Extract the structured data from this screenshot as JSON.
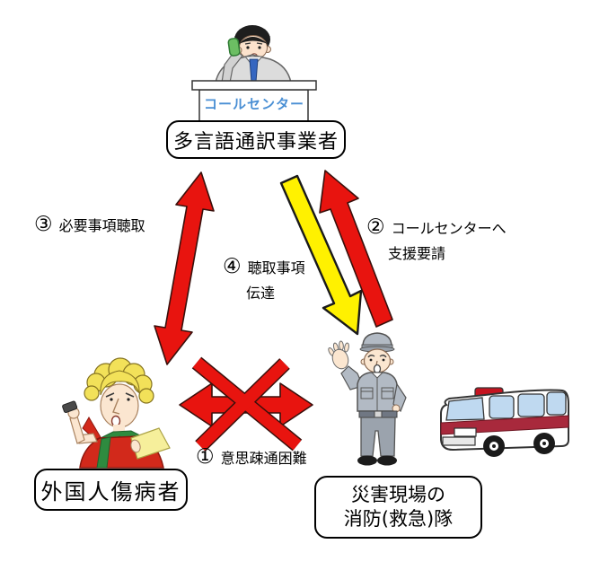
{
  "colors": {
    "background": "#ffffff",
    "arrow_red": "#e8140f",
    "arrow_yellow": "#fff100",
    "arrow_outline": "#3a100c",
    "box_border": "#000000",
    "box_background": "#ffffff",
    "sign_text": "#4a8fd4",
    "text": "#000000"
  },
  "call_center": {
    "sign": "コールセンター",
    "label": "多言語通訳事業者"
  },
  "patient": {
    "label": "外国人傷病者"
  },
  "fire_team": {
    "label_line1": "災害現場の",
    "label_line2": "消防(救急)隊"
  },
  "steps": {
    "s1": {
      "num": "①",
      "text": "意思疎通困難"
    },
    "s2": {
      "num": "②",
      "line1": "コールセンターへ",
      "line2": "支援要請"
    },
    "s3": {
      "num": "③",
      "text": "必要事項聴取"
    },
    "s4": {
      "num": "④",
      "line1": "聴取事項",
      "line2": "伝達"
    }
  },
  "icons": {
    "operator": "call-center-operator-icon",
    "patient": "foreign-patient-icon",
    "firefighter": "firefighter-icon",
    "ambulance": "ambulance-icon",
    "blocked": "blocked-communication-x-icon"
  }
}
